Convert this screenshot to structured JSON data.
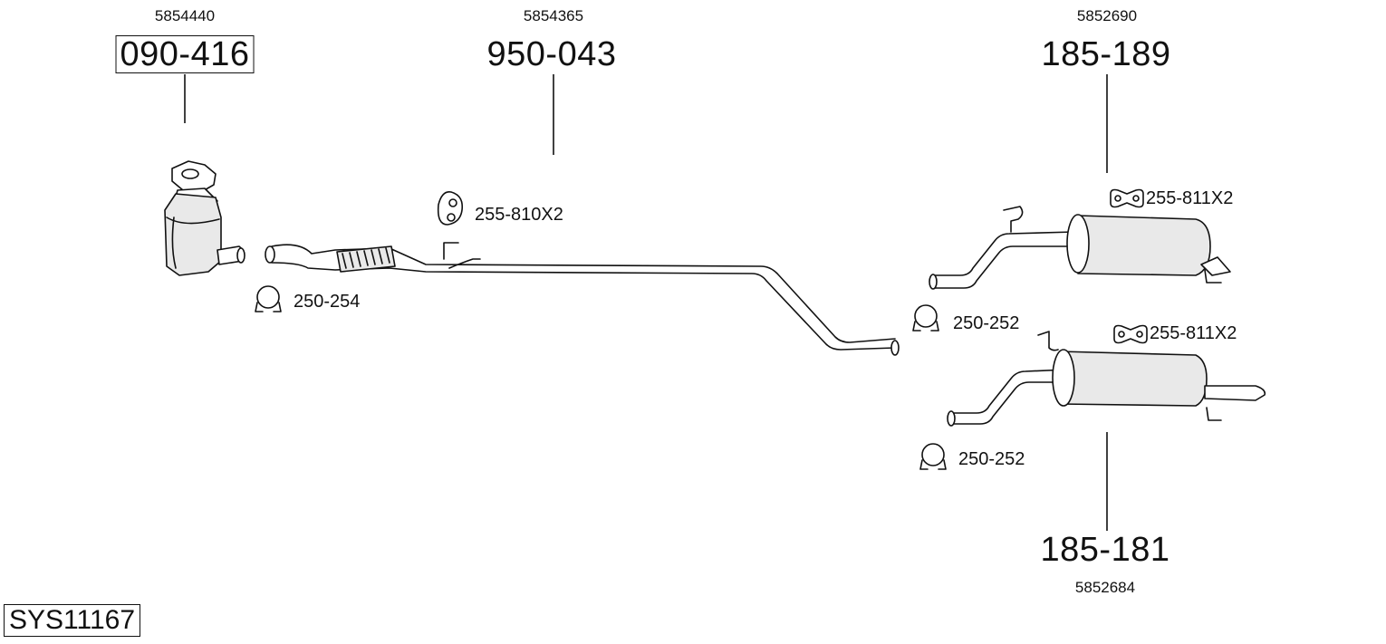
{
  "system_code": "SYS11167",
  "parts": [
    {
      "oem": "5854440",
      "part_no": "090-416"
    },
    {
      "oem": "5854365",
      "part_no": "950-043"
    },
    {
      "oem": "5852690",
      "part_no": "185-189"
    },
    {
      "oem": "5852684",
      "part_no": "185-181"
    }
  ],
  "accessories": [
    {
      "label": "250-254"
    },
    {
      "label": "255-810X2"
    },
    {
      "label": "250-252"
    },
    {
      "label": "255-811X2"
    },
    {
      "label": "250-252"
    },
    {
      "label": "255-811X2"
    }
  ]
}
